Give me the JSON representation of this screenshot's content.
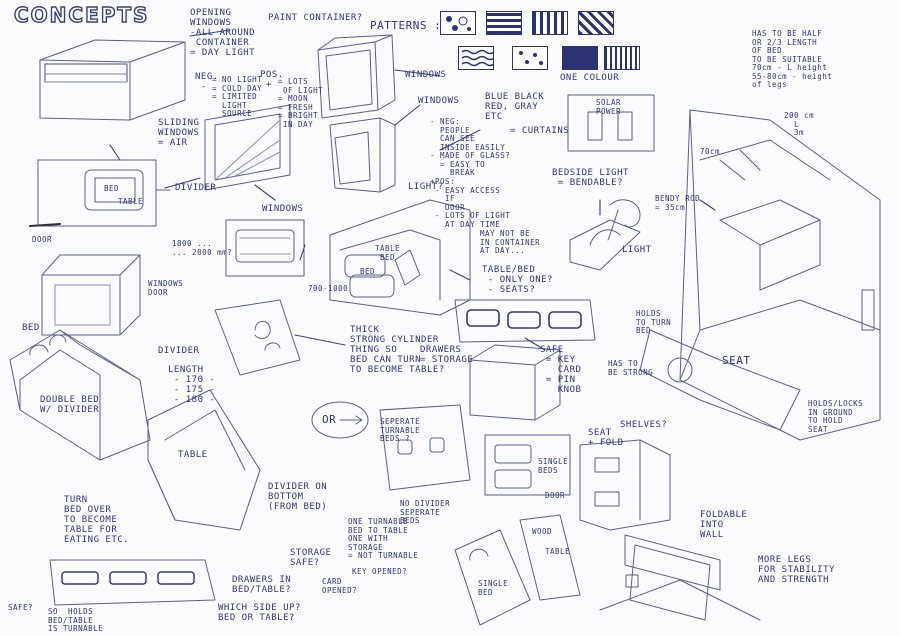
{
  "title": "CONCEPTS",
  "notes": {
    "opening_windows": "OPENING\nWINDOWS\n-ALL AROUND\n CONTAINER\n= DAY LIGHT",
    "paint_container": "PAINT CONTAINER?",
    "patterns": "PATTERNS :",
    "one_colour": "ONE COLOUR",
    "neg_left": "NEG.\n -",
    "neg_left_items": "= NO LIGHT\n= COLD DAY\n= LIMITED\n  LIGHT\n  SOURCE",
    "pos_left": "POS.\n +",
    "pos_left_items": "= LOTS\n OF LIGHT\n= MOON\n= FRESH\n= BRIGHT\n IN DAY",
    "sliding_windows": "SLIDING\nWINDOWS\n= AIR",
    "bed_label_1": "BED",
    "table_label_1": "TABLE",
    "divider_1": "DIVIDER",
    "windows_1": "WINDOWS",
    "windows_2": "WINDOWS",
    "windows_3": "WINDOWS",
    "door_1": "DOOR",
    "size_1": "1800 ...\n... 2000 mm?",
    "windows_door": "WINDOWS\nDOOR",
    "neg_right": "- NEG:\n  PEOPLE\n  CAN SEE\n  INSIDE EASILY",
    "made_of_glass": "- MADE OF GLASS?\n  = EASY TO\n    BREAK",
    "pos_right": "+POS:\n - EASY ACCESS\n   IF\n   DOOR\n - LOTS OF LIGHT\n   AT DAY TIME",
    "light_q": "LIGHT?",
    "blue_black": "BLUE BLACK\nRED, GRAY\nETC",
    "curtains": "= CURTAINS",
    "solar_power": "SOLAR\nPOWER",
    "bedside_light": "BEDSIDE LIGHT\n = BENDABLE?",
    "light_2": "LIGHT",
    "may_not_be": "MAY NOT BE\nIN CONTAINER\nAT DAY...",
    "table_bed_a": "TABLE\n BED",
    "bed_small": "BED",
    "table_bed_b": "TABLE/BED\n - ONLY ONE?\n - SEATS?",
    "size_2": "700-1000",
    "has_to_be": "HAS TO BE HALF\nOR 2/3 LENGTH\nOF BED\nTO BE SUITABLE\n70cm - L height\n55-80cm - height\nof legs",
    "length_200": "200 cm\n  L\n  3m",
    "dim_70": "70cm",
    "bendy_rods": "BENDY ROD\n= 35cm",
    "bed_2": "BED",
    "divider_2": "DIVIDER",
    "length_list": "LENGTH\n - 170 -\n - 175 -\n - 180 -",
    "double_bed": "DOUBLE BED\nW/ DIVIDER",
    "thick_cylinder": "THICK\nSTRONG CYLINDER\nTHING SO\nBED CAN TURN\nTO BECOME TABLE?",
    "drawers_storage": "DRAWERS\n= STORAGE",
    "safe_list": "SAFE\n = KEY\n   CARD\n = PIN\n   KNOB",
    "holds_to_turn": "HOLDS\nTO TURN\nBED",
    "has_to": "HAS TO\nBE STRONG",
    "seat_1": "SEAT",
    "holds_locks": "HOLDS/LOCKS\nIN GROUND\nTO HOLD\nSEAT",
    "or_label": "OR",
    "separate_beds": "SEPERATE\nTURNABLE\nBEDS ?",
    "table_2": "TABLE",
    "single_beds": "SINGLE\nBEDS",
    "door_2": "DOOR",
    "seat_fold": "SEAT\n+ FOLD",
    "shelves": "SHELVES?",
    "turn_over": "TURN\nBED OVER\nTO BECOME\nTABLE FOR\nEATING ETC.",
    "divider_bottom": "DIVIDER ON\nBOTTOM\n(FROM BED)",
    "no_divider": "NO DIVIDER\nSEPERATE\nBEDS",
    "one_turnable": "ONE TURNABLE\nBED TO TABLE\nONE WITH\nSTORAGE\n= NOT TURNABLE",
    "wood": "WOOD",
    "table_3": "TABLE",
    "single_bed": "SINGLE\nBED",
    "foldable": "FOLDABLE\nINTO\nWALL",
    "more_legs": "MORE LEGS\nFOR STABILITY\nAND STRENGTH",
    "storage_safe": "STORAGE\nSAFE?",
    "key_opened": "KEY OPENED?",
    "card_opened": "CARD\nOPENED?",
    "drawers_in": "DRAWERS IN\nBED/TABLE?",
    "which_side": "WHICH SIDE UP?\nBED OR TABLE?",
    "safe_q": "SAFE?",
    "so_holds": "SO  HOLDS\nBED/TABLE\nIS TURNABLE"
  }
}
